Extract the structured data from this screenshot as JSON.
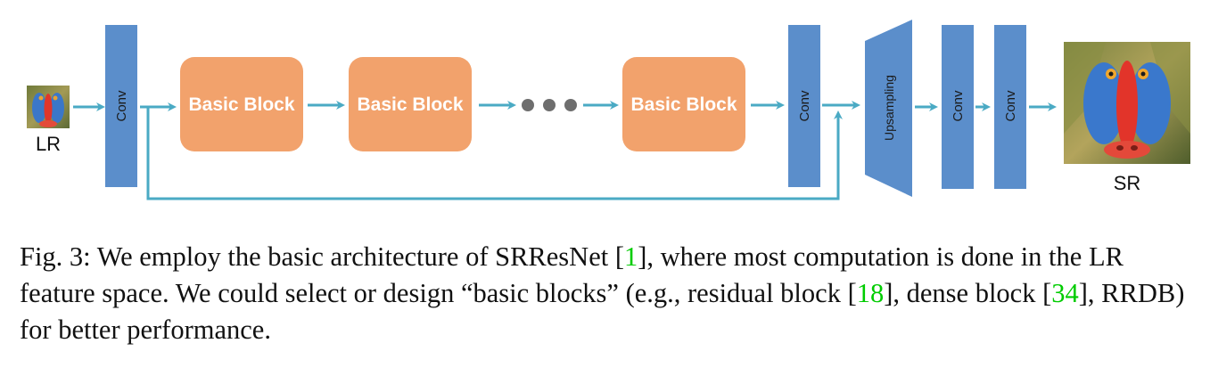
{
  "diagram": {
    "colors": {
      "layer_blue": "#5b8ecb",
      "block_orange": "#f2a26c",
      "arrow_teal": "#4aaac4",
      "dots_gray": "#6e6e6e"
    },
    "input_label": "LR",
    "output_label": "SR",
    "first_conv_label": "Conv",
    "basic_block_1": "Basic Block",
    "basic_block_2": "Basic Block",
    "basic_block_3": "Basic Block",
    "trunk_conv_label": "Conv",
    "upsampling_label": "Upsampling",
    "hr_conv_1_label": "Conv",
    "hr_conv_2_label": "Conv",
    "input_image": "mandrill-icon",
    "output_image": "mandrill-icon"
  },
  "caption": {
    "prefix": "Fig. 3: We employ the basic architecture of SRResNet [",
    "ref1": "1",
    "part2": "], where most computation is done in the LR feature space. We could select or design “basic blocks” (e.g., residual block [",
    "ref2": "18",
    "part3": "], dense block [",
    "ref3": "34",
    "part4": "], RRDB) for better performance."
  }
}
